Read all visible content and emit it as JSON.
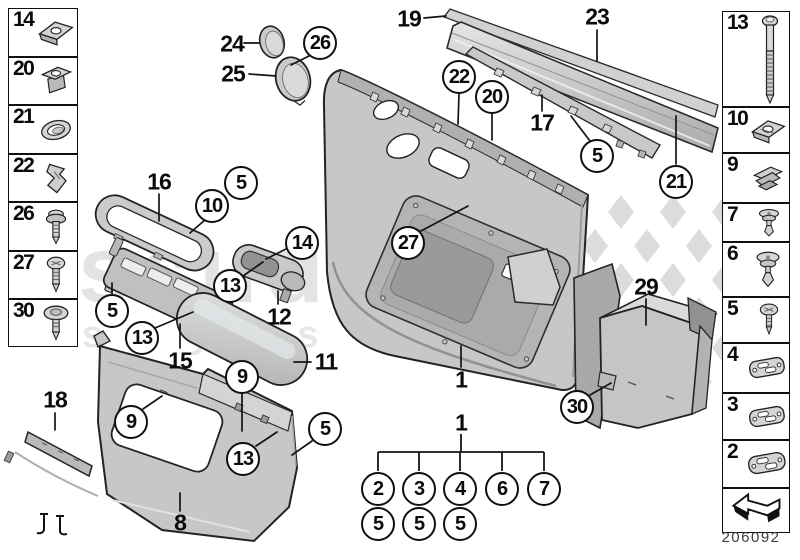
{
  "footer": {
    "diagram_number": "206092"
  },
  "watermark": {
    "word": "scuderia",
    "row2": "s y s t e m s"
  },
  "left_parts": [
    "14",
    "20",
    "21",
    "22",
    "26",
    "27",
    "30"
  ],
  "left_icons": [
    "clip-nut",
    "cage-nut",
    "oval-nut",
    "spring-clip",
    "washer-screw",
    "pan-head-screw",
    "large-washer-screw"
  ],
  "right_parts": [
    "13",
    "10",
    "9",
    "7",
    "6",
    "5",
    "4",
    "3",
    "2"
  ],
  "right_icons": [
    "long-bolt",
    "cage-nut-clip",
    "retainer-clip",
    "expansion-rivet",
    "expansion-rivet",
    "washer-screw",
    "mounting-plate",
    "mounting-plate",
    "mounting-plate"
  ],
  "arrow_icon": "direction-of-travel-arrow",
  "callouts": {
    "plain": [
      "24",
      "25",
      "19",
      "23",
      "17",
      "16",
      "12",
      "15",
      "11",
      "18",
      "8",
      "29",
      "1",
      "1"
    ],
    "circled": [
      "26",
      "22",
      "20",
      "5",
      "21",
      "10",
      "5",
      "14",
      "13",
      "5",
      "13",
      "27",
      "9",
      "9",
      "13",
      "5",
      "30"
    ],
    "tree": {
      "row1": [
        "2",
        "3",
        "4",
        "6",
        "7"
      ],
      "row2": [
        "5",
        "5",
        "5"
      ]
    }
  }
}
